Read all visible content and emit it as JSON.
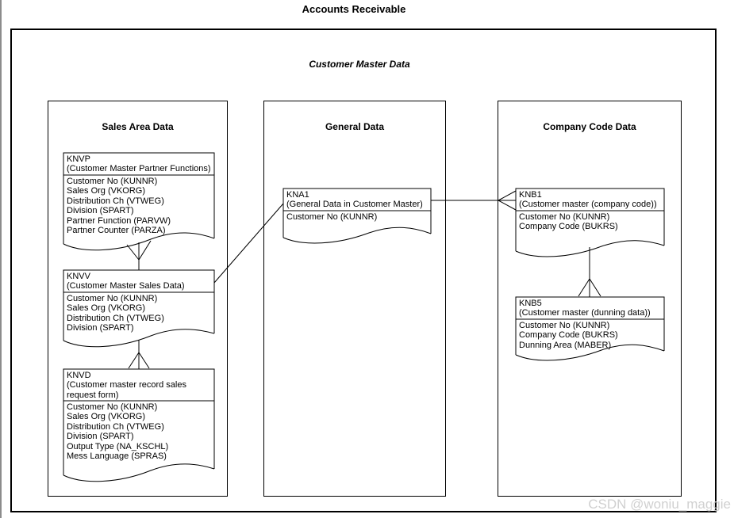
{
  "page": {
    "title": "Accounts Receivable",
    "subtitle": "Customer Master Data",
    "watermark": "CSDN @woniu_maggie"
  },
  "sections": {
    "sales": {
      "title": "Sales Area Data"
    },
    "general": {
      "title": "General Data"
    },
    "company": {
      "title": "Company Code Data"
    }
  },
  "entities": {
    "knvp": {
      "name": "KNVP",
      "description": "(Customer Master Partner Functions)",
      "fields": [
        "Customer No (KUNNR)",
        "Sales Org (VKORG)",
        "Distribution Ch (VTWEG)",
        "Division (SPART)",
        "Partner Function (PARVW)",
        "Partner Counter (PARZA)"
      ]
    },
    "knvv": {
      "name": "KNVV",
      "description": "(Customer Master Sales Data)",
      "fields": [
        "Customer No (KUNNR)",
        "Sales Org (VKORG)",
        "Distribution Ch (VTWEG)",
        "Division (SPART)"
      ]
    },
    "knvd": {
      "name": "KNVD",
      "description": "(Customer master record sales request form)",
      "fields": [
        "Customer No (KUNNR)",
        "Sales Org (VKORG)",
        "Distribution Ch (VTWEG)",
        "Division (SPART)",
        "Output Type (NA_KSCHL)",
        "Mess Language (SPRAS)"
      ]
    },
    "kna1": {
      "name": "KNA1",
      "description": "(General Data in Customer Master)",
      "fields": [
        "Customer No (KUNNR)"
      ]
    },
    "knb1": {
      "name": "KNB1",
      "description": "(Customer master (company code))",
      "fields": [
        "Customer No (KUNNR)",
        "Company Code (BUKRS)"
      ]
    },
    "knb5": {
      "name": "KNB5",
      "description": "(Customer master (dunning data))",
      "fields": [
        "Customer No (KUNNR)",
        "Company Code (BUKRS)",
        "Dunning Area (MABER)"
      ]
    }
  },
  "colors": {
    "line": "#000000",
    "background": "#ffffff",
    "watermark_text": "#d0d0d0",
    "edge_line": "#8c8c8c"
  }
}
